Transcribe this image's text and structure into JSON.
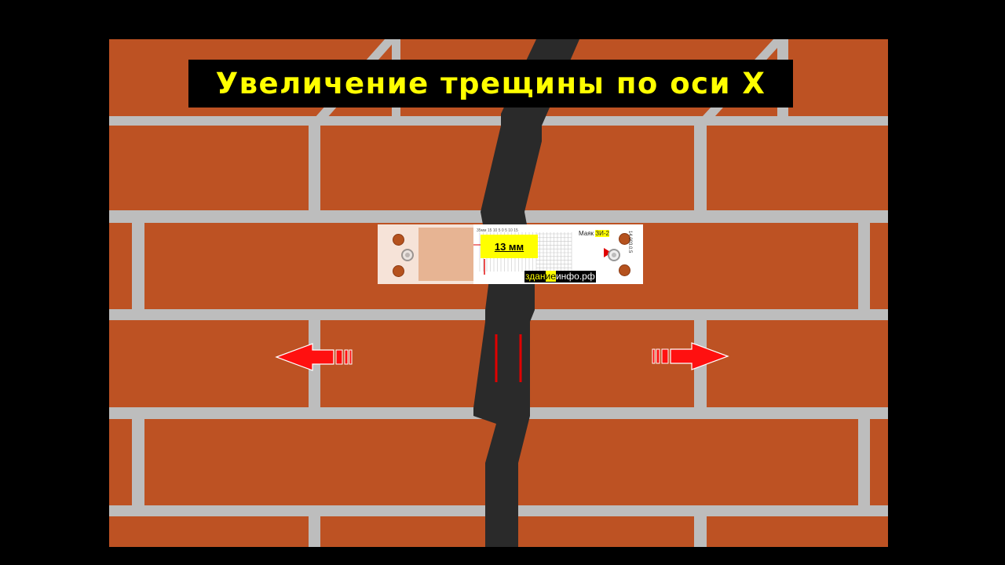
{
  "title": "Увеличение трещины по оси X",
  "gauge": {
    "reading": "13 мм",
    "model_prefix": "Маяк ",
    "model_highlight": "ЗИ-2",
    "code": "14.003.0.5",
    "scale_text": "35мм  15     10     5      0     5     10    15"
  },
  "website": {
    "part1": "здан",
    "part2": "ие",
    "part3": "инфо.рф"
  },
  "colors": {
    "brick": "#bd5223",
    "mortar": "#bdbdbd",
    "crack": "#2a2a2a",
    "title_text": "#ffff00",
    "arrow": "#ff0000"
  },
  "icons": {
    "left_arrow": "arrow-left-icon",
    "right_arrow": "arrow-right-icon"
  }
}
